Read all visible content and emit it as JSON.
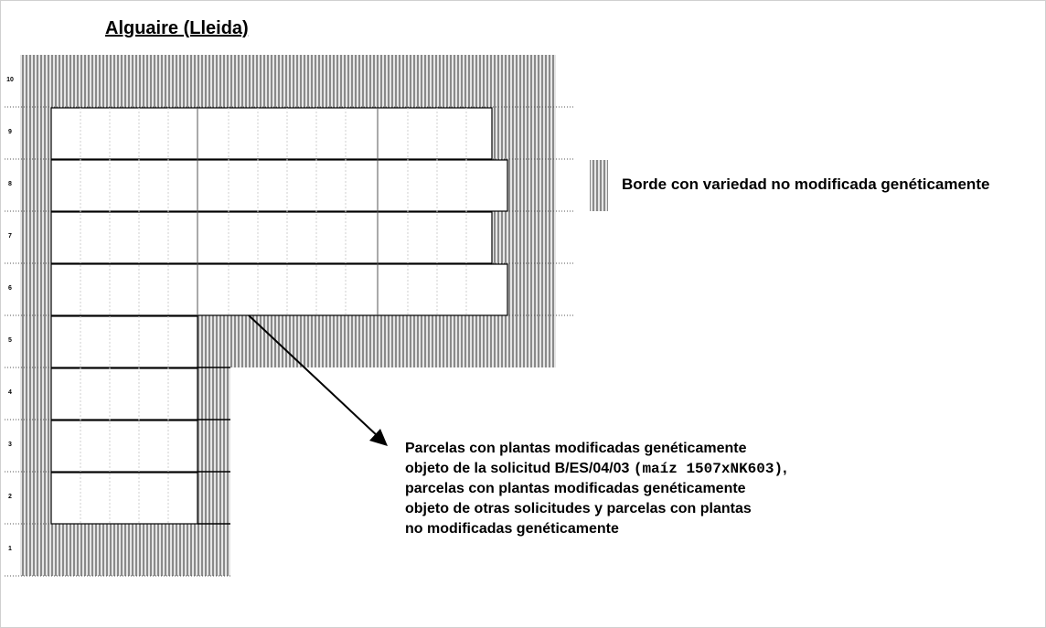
{
  "title": "Alguaire (Lleida)",
  "row_labels": [
    "10",
    "9",
    "8",
    "7",
    "6",
    "5",
    "4",
    "3",
    "2",
    "1"
  ],
  "legend": {
    "label": "Borde con variedad no modificada genéticamente"
  },
  "note": {
    "line1": "Parcelas con plantas modificadas genéticamente",
    "line2_prefix": "objeto de la solicitud B/ES/04/03 ",
    "line2_code": "(maíz 1507xNK603)",
    "line2_suffix": ",",
    "line3": "parcelas con plantas modificadas genéticamente",
    "line4": "objeto de otras solicitudes y parcelas con plantas",
    "line5": "no modificadas genéticamente"
  },
  "colors": {
    "border_stripe_dark": "#8a8a8a",
    "border_stripe_light": "#e6e6e6",
    "plot_fill": "#ffffff",
    "grid_line": "#c8c8c8",
    "outline": "#000000"
  }
}
